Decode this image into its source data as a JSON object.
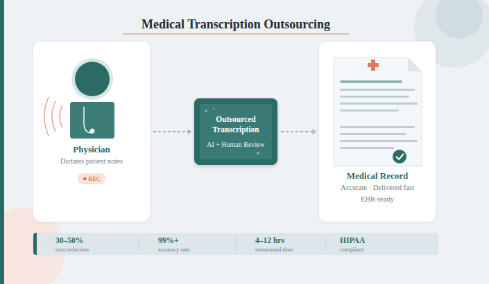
{
  "diagram": {
    "title": "Medical Transcription Outsourcing",
    "nodes": [
      {
        "text": [
          "Physician",
          "Dictates patient notes"
        ]
      },
      {
        "text": [
          "● REC"
        ],
        "in": 0
      },
      {
        "text": [
          "Outsourced Transcription",
          "AI + Human Review"
        ]
      },
      {
        "text": [
          "Medical Record",
          "Accurate · Delivered fast",
          "EHR-ready"
        ]
      },
      {
        "text": [
          "30–50%",
          "cost reduction",
          "99%+",
          "accuracy rate",
          "4–12 hrs",
          "turnaround time",
          "HIPAA",
          "compliant"
        ]
      }
    ],
    "edges": [
      {
        "from": 0,
        "to": 2,
        "arrow": "to"
      },
      {
        "from": 2,
        "to": 3,
        "arrow": "to"
      }
    ]
  }
}
